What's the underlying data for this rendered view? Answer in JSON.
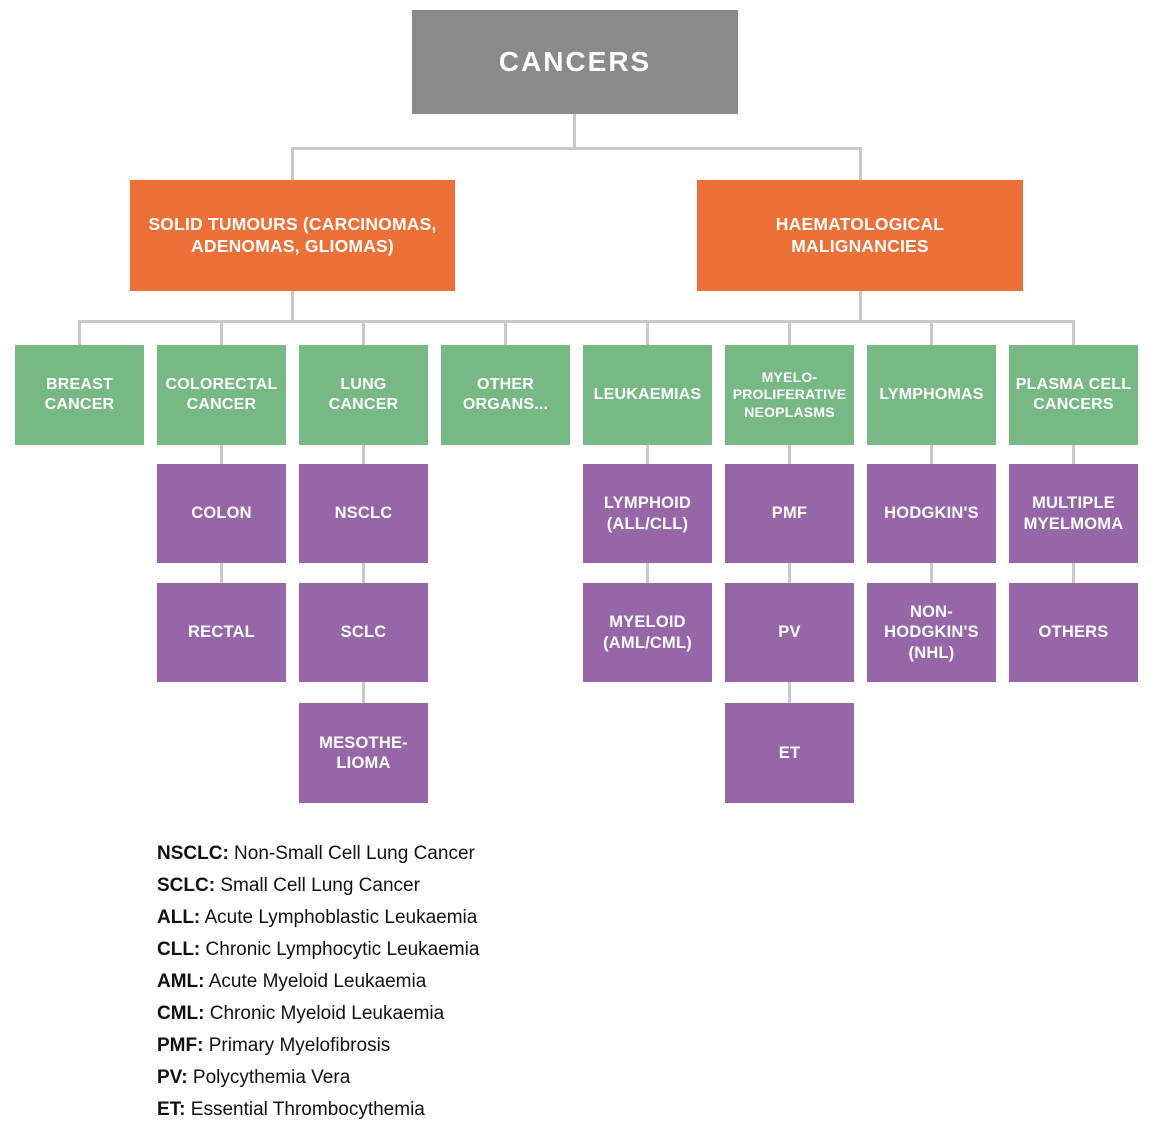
{
  "colors": {
    "root_gray": "#8a8a8a",
    "branch_orange": "#ec7139",
    "category_green": "#77b985",
    "subtype_purple": "#9766a8",
    "connector_gray": "#c9c9c9",
    "box_text": "#ffffff",
    "legend_text": "#111111",
    "background": "#ffffff"
  },
  "tree": {
    "root": {
      "label": "CANCERS"
    },
    "branches": [
      {
        "label": "SOLID TUMOURS (CARCINOMAS,\nADENOMAS, GLIOMAS)"
      },
      {
        "label": "HAEMATOLOGICAL\nMALIGNANCIES"
      }
    ],
    "categories": [
      {
        "label": "BREAST\nCANCER"
      },
      {
        "label": "COLORECTAL\nCANCER"
      },
      {
        "label": "LUNG\nCANCER"
      },
      {
        "label": "OTHER\nORGANS..."
      },
      {
        "label": "LEUKAEMIAS"
      },
      {
        "label": "MYELO-\nPROLIFERATIVE\nNEOPLASMS"
      },
      {
        "label": "LYMPHOMAS"
      },
      {
        "label": "PLASMA CELL\nCANCERS"
      }
    ],
    "row1": [
      {
        "label": "COLON"
      },
      {
        "label": "NSCLC"
      },
      {
        "label": "LYMPHOID\n(ALL/CLL)"
      },
      {
        "label": "PMF"
      },
      {
        "label": "HODGKIN'S"
      },
      {
        "label": "MULTIPLE\nMYELMOMA"
      }
    ],
    "row2": [
      {
        "label": "RECTAL"
      },
      {
        "label": "SCLC"
      },
      {
        "label": "MYELOID\n(AML/CML)"
      },
      {
        "label": "PV"
      },
      {
        "label": "NON-\nHODGKIN'S\n(NHL)"
      },
      {
        "label": "OTHERS"
      }
    ],
    "row3": [
      {
        "label": "MESOTHE-\nLIOMA"
      },
      {
        "label": "ET"
      }
    ]
  },
  "legend": {
    "items": [
      {
        "abbr": "NSCLC:",
        "desc": " Non-Small Cell Lung Cancer"
      },
      {
        "abbr": "SCLC:",
        "desc": " Small Cell Lung Cancer"
      },
      {
        "abbr": "ALL:",
        "desc": " Acute Lymphoblastic Leukaemia"
      },
      {
        "abbr": "CLL:",
        "desc": " Chronic Lymphocytic Leukaemia"
      },
      {
        "abbr": "AML:",
        "desc": " Acute Myeloid Leukaemia"
      },
      {
        "abbr": "CML:",
        "desc": " Chronic Myeloid Leukaemia"
      },
      {
        "abbr": "PMF:",
        "desc": " Primary Myelofibrosis"
      },
      {
        "abbr": "PV:",
        "desc": " Polycythemia Vera"
      },
      {
        "abbr": "ET:",
        "desc": " Essential Thrombocythemia"
      }
    ]
  }
}
